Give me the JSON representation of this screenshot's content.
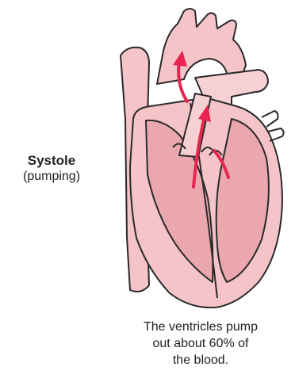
{
  "phase": {
    "title": "Systole",
    "subtitle": "(pumping)"
  },
  "caption": {
    "line1": "The ventricles pump",
    "line2": "out about 60% of",
    "line3": "the blood."
  },
  "colors": {
    "heart_fill": "#f4c4c9",
    "heart_deep": "#eaa7ae",
    "outline": "#2a2a2a",
    "arrow": "#e8254f"
  }
}
